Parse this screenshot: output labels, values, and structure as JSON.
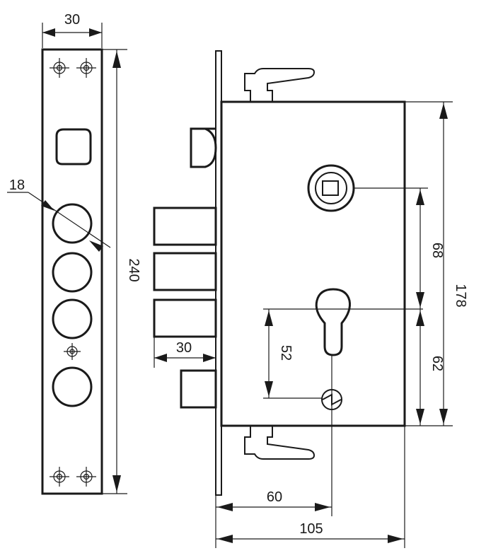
{
  "dimensions": {
    "faceplate_width": "30",
    "faceplate_height": "240",
    "hole_diameter": "18",
    "bolt_length": "30",
    "handle_to_cylinder": "68",
    "cylinder_to_bottom": "62",
    "cylinder_to_screw": "52",
    "case_height": "178",
    "backset": "60",
    "case_depth": "105"
  },
  "colors": {
    "ink": "#1a1a1a",
    "background": "#ffffff"
  }
}
